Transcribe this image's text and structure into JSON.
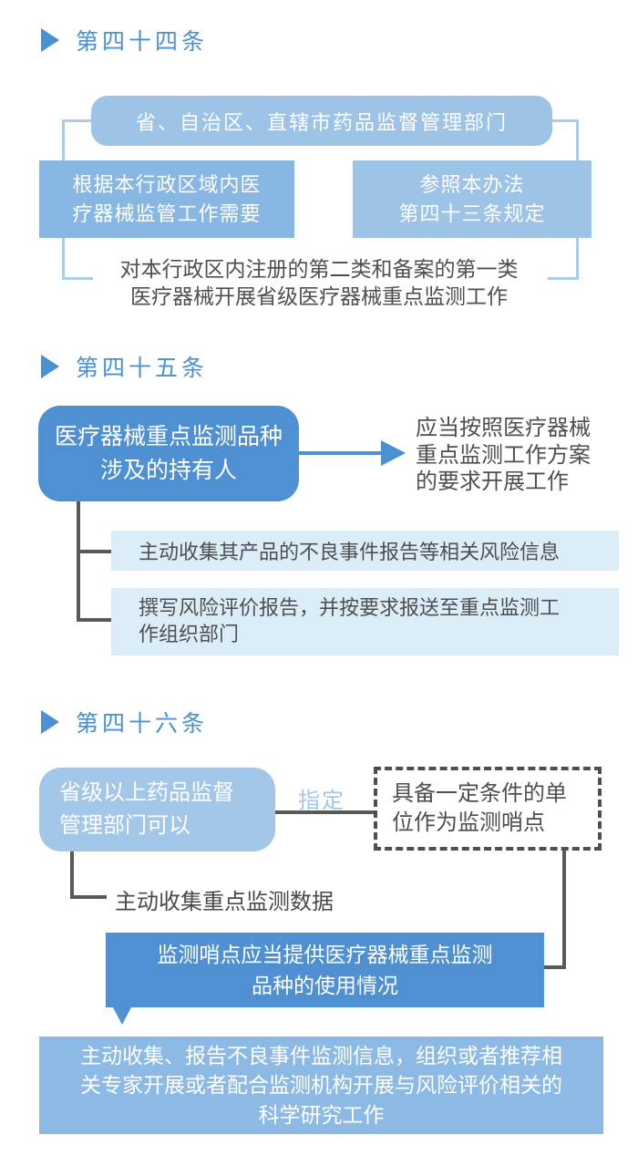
{
  "colors": {
    "accent_blue": "#4a90d2",
    "light_box_blue": "#9dc3e7",
    "mid_box_blue": "#87b7e2",
    "strong_box_blue": "#4e90d2",
    "pale_bar_blue": "#dbedf9",
    "bracket_blue": "#a9cdec",
    "line_gray": "#595959",
    "text_gray": "#4f4f4f"
  },
  "sections": [
    {
      "title": "第四十四条",
      "top_box": "省、自治区、直辖市药品监督管理部门",
      "left_box": "根据本行政区域内医\n疗器械监管工作需要",
      "right_box": "参照本办法\n第四十三条规定",
      "bottom_text": "对本行政区内注册的第二类和备案的第一类\n医疗器械开展省级医疗器械重点监测工作"
    },
    {
      "title": "第四十五条",
      "holder_box": "医疗器械重点监测品种\n涉及的持有人",
      "arrow_text": "应当按照医疗器械\n重点监测工作方案\n的要求开展工作",
      "duty_1": "主动收集其产品的不良事件报告等相关风险信息",
      "duty_2": "撰写风险评价报告，并按要求报送至重点监测工\n作组织部门"
    },
    {
      "title": "第四十六条",
      "authority_box": "省级以上药品监督\n管理部门可以",
      "designate_label": "指定",
      "sentinel_unit_box": "具备一定条件的单\n位作为监测哨点",
      "collect_text": "主动收集重点监测数据",
      "sentinel_duty_box": "监测哨点应当提供医疗器械重点监测\n品种的使用情况",
      "research_box": "主动收集、报告不良事件监测信息，组织或者推荐相\n关专家开展或者配合监测机构开展与风险评价相关的\n科学研究工作"
    }
  ]
}
